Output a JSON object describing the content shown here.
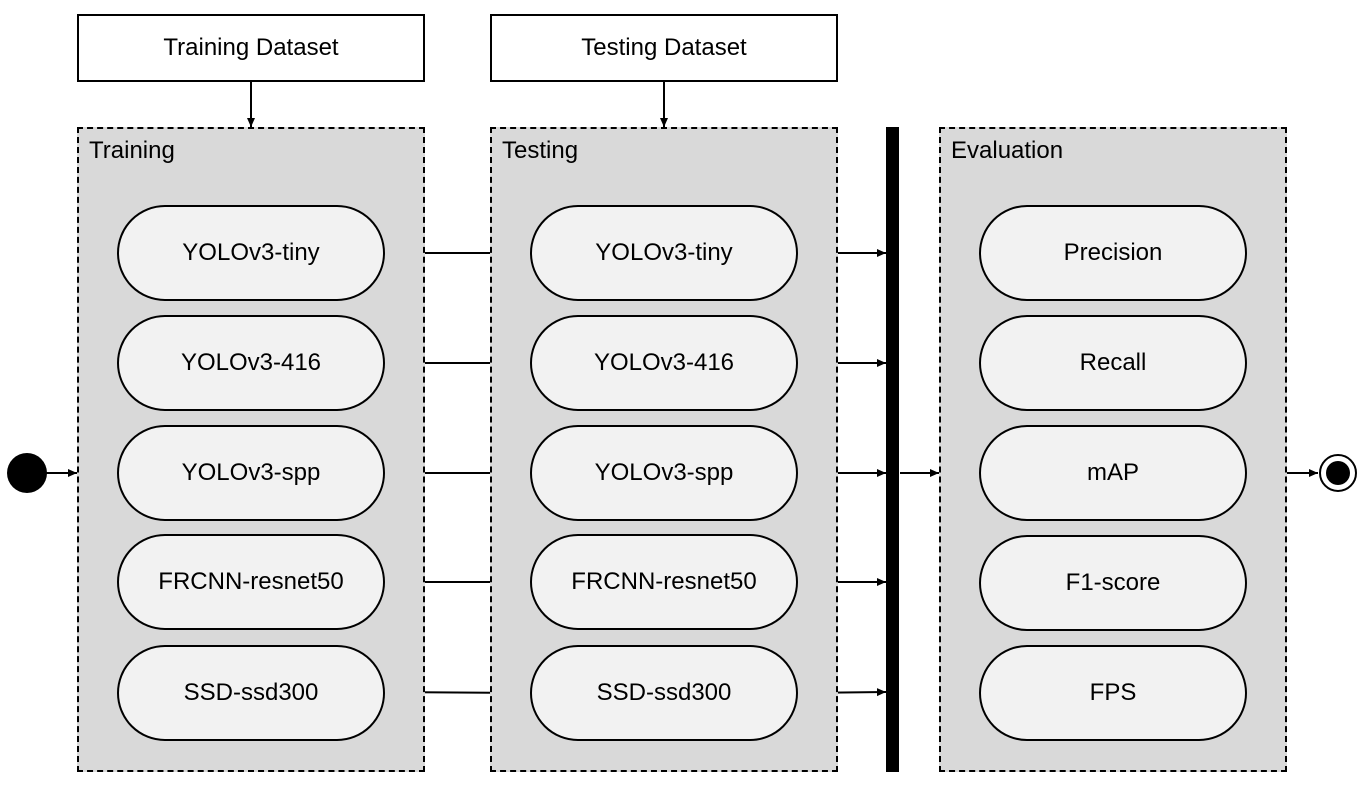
{
  "datasets": {
    "training": "Training Dataset",
    "testing": "Testing Dataset"
  },
  "panels": {
    "training": "Training",
    "testing": "Testing",
    "evaluation": "Evaluation"
  },
  "training_models": [
    "YOLOv3-tiny",
    "YOLOv3-416",
    "YOLOv3-spp",
    "FRCNN-resnet50",
    "SSD-ssd300"
  ],
  "testing_models": [
    "YOLOv3-tiny",
    "YOLOv3-416",
    "YOLOv3-spp",
    "FRCNN-resnet50",
    "SSD-ssd300"
  ],
  "metrics": [
    "Precision",
    "Recall",
    "mAP",
    "F1-score",
    "FPS"
  ]
}
